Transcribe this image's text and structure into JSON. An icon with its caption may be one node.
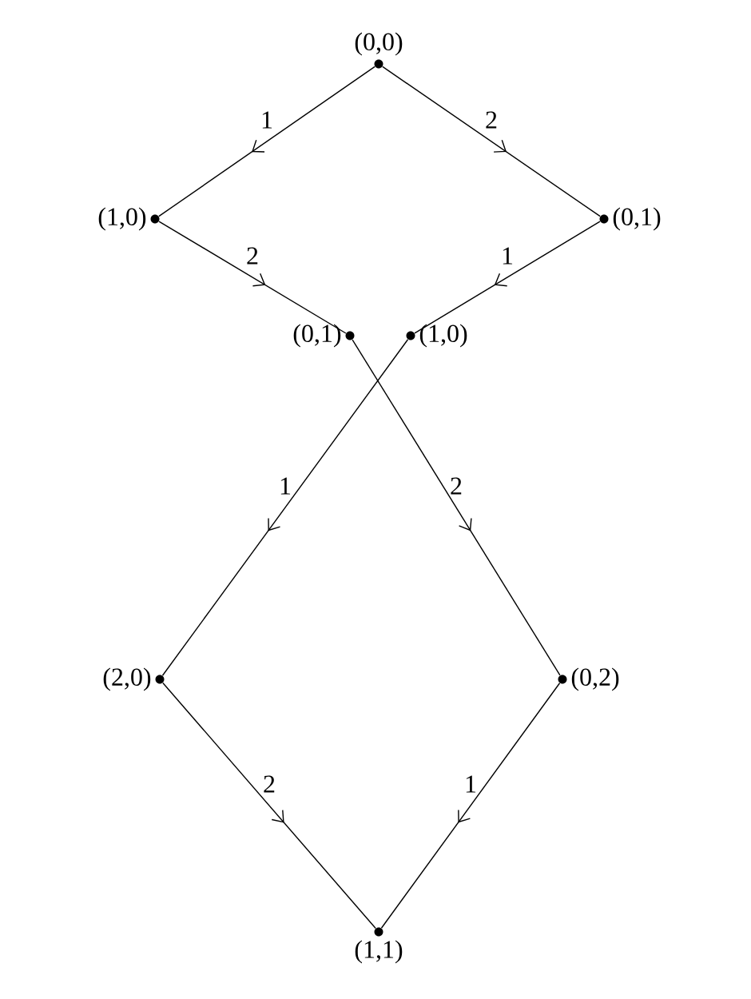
{
  "diagram": {
    "nodes": [
      {
        "text": [],
        "shape": "circle",
        "beside": [
          "(0,0)"
        ]
      },
      {
        "text": [],
        "shape": "circle",
        "beside": [
          "(1,0)"
        ]
      },
      {
        "text": [],
        "shape": "circle",
        "beside": [
          "(0,1)"
        ]
      },
      {
        "text": [],
        "shape": "circle",
        "beside": [
          "(0,1)"
        ]
      },
      {
        "text": [],
        "shape": "circle",
        "beside": [
          "(1,0)"
        ]
      },
      {
        "text": [],
        "shape": "circle",
        "beside": [
          "(2,0)"
        ]
      },
      {
        "text": [],
        "shape": "circle",
        "beside": [
          "(0,2)"
        ]
      },
      {
        "text": [],
        "shape": "circle",
        "beside": [
          "(1,1)"
        ]
      }
    ],
    "edges": [
      {
        "from": 0,
        "to": 1,
        "arrow": "to",
        "label": "1"
      },
      {
        "from": 0,
        "to": 2,
        "arrow": "to",
        "label": "2"
      },
      {
        "from": 1,
        "to": 3,
        "arrow": "to",
        "label": "2"
      },
      {
        "from": 2,
        "to": 4,
        "arrow": "to",
        "label": "1"
      },
      {
        "from": 4,
        "to": 5,
        "arrow": "to",
        "label": "1"
      },
      {
        "from": 3,
        "to": 6,
        "arrow": "to",
        "label": "2"
      },
      {
        "from": 5,
        "to": 7,
        "arrow": "to",
        "label": "2"
      },
      {
        "from": 6,
        "to": 7,
        "arrow": "to",
        "label": "1"
      }
    ]
  }
}
